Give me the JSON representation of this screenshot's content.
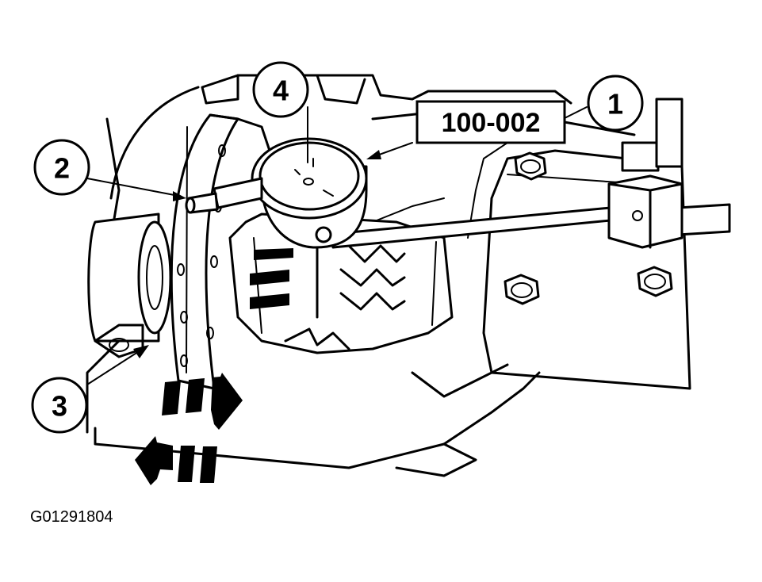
{
  "callouts": [
    {
      "number": "1"
    },
    {
      "number": "2"
    },
    {
      "number": "3"
    },
    {
      "number": "4"
    }
  ],
  "tool_label": "100-002",
  "figure_id": "G01291804",
  "colors": {
    "ink": "#000000",
    "paper": "#ffffff"
  }
}
